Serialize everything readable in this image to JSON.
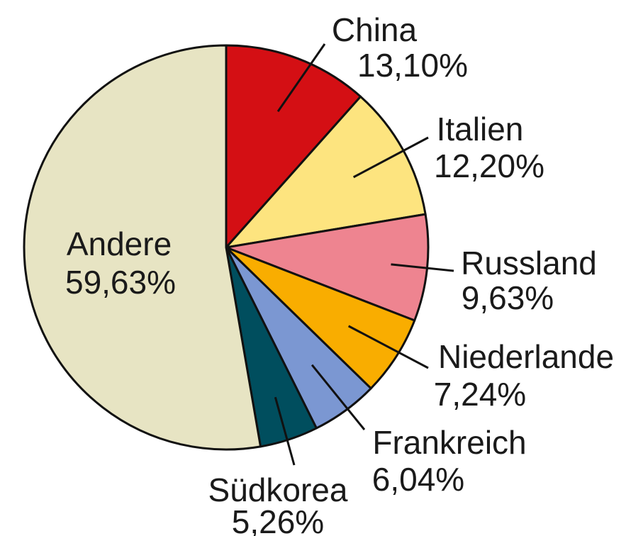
{
  "chart_data": {
    "type": "pie",
    "title": "",
    "slices": [
      {
        "name": "China",
        "value": 13.1,
        "label": "13,10%",
        "color": "#d40f14"
      },
      {
        "name": "Italien",
        "value": 12.2,
        "label": "12,20%",
        "color": "#fde47f"
      },
      {
        "name": "Russland",
        "value": 9.63,
        "label": "9,63%",
        "color": "#ee8490"
      },
      {
        "name": "Niederlande",
        "value": 7.24,
        "label": "7,24%",
        "color": "#f9ad00"
      },
      {
        "name": "Frankreich",
        "value": 6.04,
        "label": "6,04%",
        "color": "#7b97d2"
      },
      {
        "name": "Südkorea",
        "value": 5.26,
        "label": "5,26%",
        "color": "#004e5e"
      },
      {
        "name": "Andere",
        "value": 59.63,
        "label": "59,63%",
        "color": "#e7e4c3"
      }
    ],
    "start": "12 o'clock",
    "direction": "clockwise",
    "legend": "none"
  }
}
